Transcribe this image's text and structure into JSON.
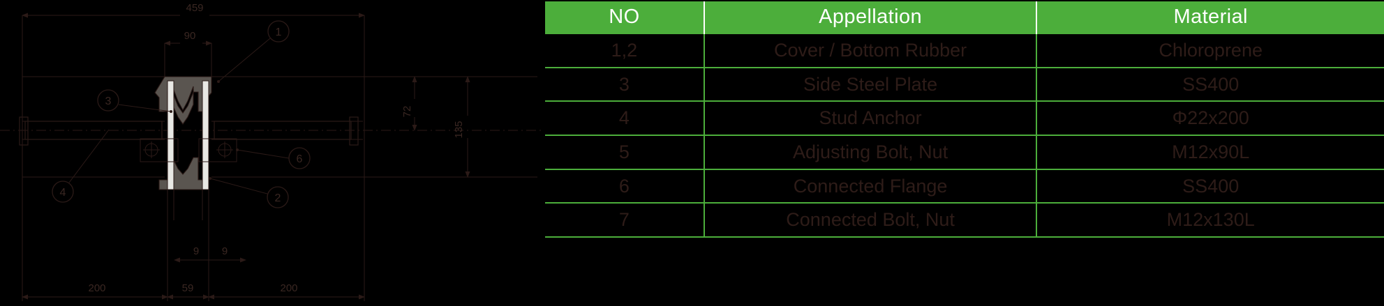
{
  "drawing": {
    "title": "expansion-joint-cross-section",
    "line_color": "#2b1a17",
    "rubber_color": "#5a5550",
    "steel_color": "#e8e8e4",
    "dimensions": {
      "overall_width": "459",
      "top_gap": "90",
      "right_upper": "72",
      "right_total": "135",
      "left_plate": "200",
      "center_gap": "59",
      "right_plate": "200",
      "lip_left": "9",
      "lip_right": "9"
    },
    "balloons": [
      {
        "id": "1",
        "label": "1"
      },
      {
        "id": "2",
        "label": "2"
      },
      {
        "id": "3",
        "label": "3"
      },
      {
        "id": "4",
        "label": "4"
      },
      {
        "id": "6",
        "label": "6"
      }
    ]
  },
  "table": {
    "accent_green": "#4cae3b",
    "header_text_color": "#ffffff",
    "body_text_color": "#2e1c18",
    "columns": [
      "NO",
      "Appellation",
      "Material"
    ],
    "rows": [
      {
        "no": "1,2",
        "appellation": "Cover / Bottom Rubber",
        "material": "Chloroprene"
      },
      {
        "no": "3",
        "appellation": "Side Steel Plate",
        "material": "SS400"
      },
      {
        "no": "4",
        "appellation": "Stud Anchor",
        "material": "Φ22x200"
      },
      {
        "no": "5",
        "appellation": "Adjusting Bolt, Nut",
        "material": "M12x90L"
      },
      {
        "no": "6",
        "appellation": "Connected Flange",
        "material": "SS400"
      },
      {
        "no": "7",
        "appellation": "Connected Bolt, Nut",
        "material": "M12x130L"
      }
    ]
  }
}
